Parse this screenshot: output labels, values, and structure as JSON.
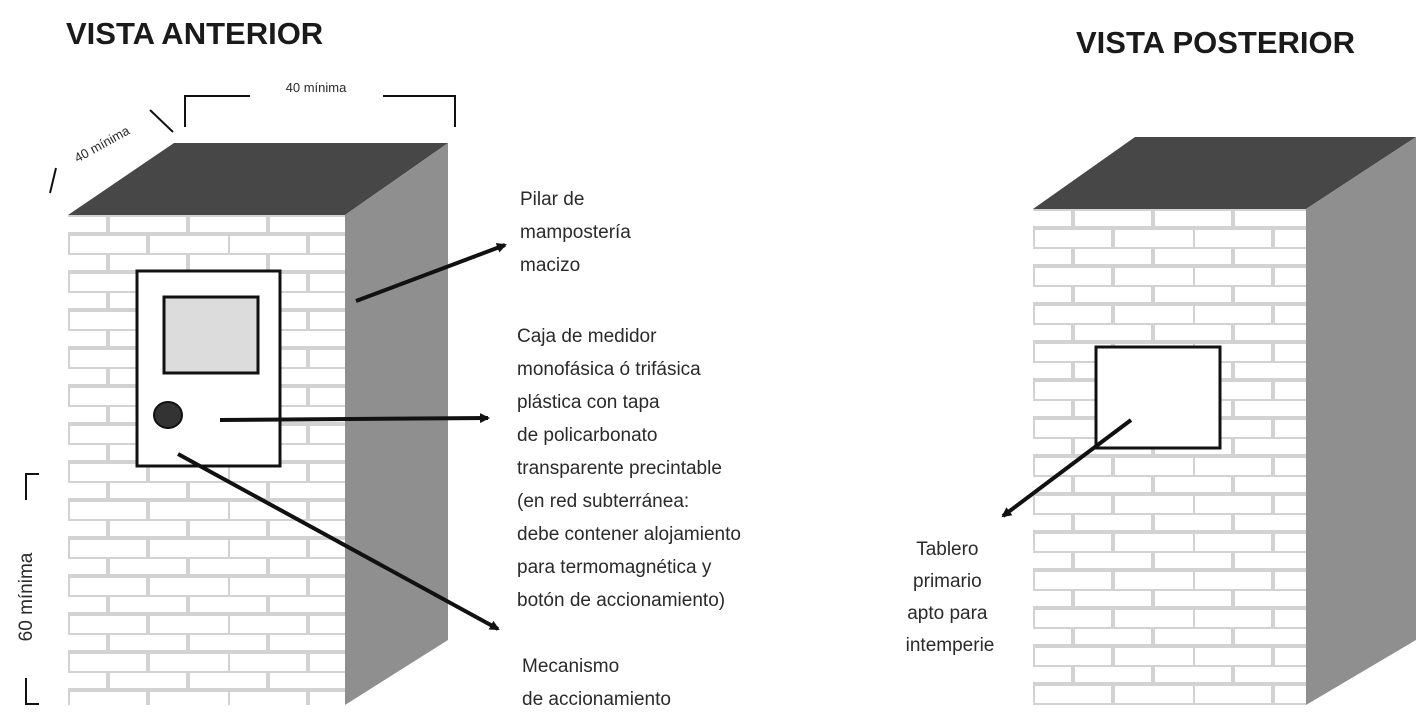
{
  "titles": {
    "front": "VISTA ANTERIOR",
    "back": "VISTA POSTERIOR"
  },
  "dimensions": {
    "width": "40 mínima",
    "depth": "40 mínima",
    "height": "60 mínima"
  },
  "labels": {
    "pillar": [
      "Pilar de",
      "mampostería",
      "macizo"
    ],
    "meter_box": [
      "Caja de medidor",
      "monofásica ó trifásica",
      "plástica con tapa",
      "de policarbonato",
      "transparente  precintable",
      "(en red subterránea:",
      "debe contener alojamiento",
      "para termomagnética y",
      "botón de accionamiento)"
    ],
    "mechanism": [
      "Mecanismo",
      "de accionamiento"
    ],
    "panel": [
      "Tablero",
      "primario",
      "apto para",
      "intemperie"
    ]
  },
  "colors": {
    "top_face": "#474747",
    "side_face": "#8f8f8f",
    "brick_line": "#d2d2d2",
    "meter_window": "#dcdcdc",
    "stroke": "#111111"
  }
}
